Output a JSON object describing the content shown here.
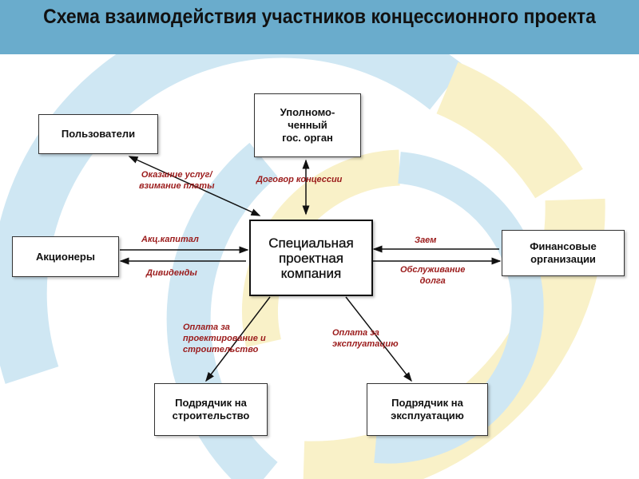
{
  "title": "Схема взаимодействия участников концессионного проекта",
  "nodes": {
    "users": "Пользователи",
    "gov": "Уполномо-ченный гос. орган",
    "shareholders": "Акционеры",
    "spv": "Специальная проектная компания",
    "finance": "Финансовые организации",
    "construction": "Подрядчик на строительство",
    "operation": "Подрядчик на эксплуатацию"
  },
  "gov_lines": [
    "Уполномо-",
    "ченный",
    "гос. орган"
  ],
  "spv_lines": [
    "Специальная",
    "проектная",
    "компания"
  ],
  "labels": {
    "services": [
      "Оказание услуг/",
      "взимание платы"
    ],
    "concession": "Договор концессии",
    "capital": "Акц.капитал",
    "dividends": "Дивиденды",
    "loan": "Заем",
    "debt_service": [
      "Обслуживание",
      "долга"
    ],
    "pay_construction": [
      "Оплата за",
      "проектирование и",
      "строительство"
    ],
    "pay_operation": [
      "Оплата за",
      "эксплуатацию"
    ]
  },
  "colors": {
    "header": "#6aaccc",
    "label": "#9b1b1b",
    "bg_blue": "#cfe7f3",
    "bg_yellow": "#f9f1c8"
  }
}
